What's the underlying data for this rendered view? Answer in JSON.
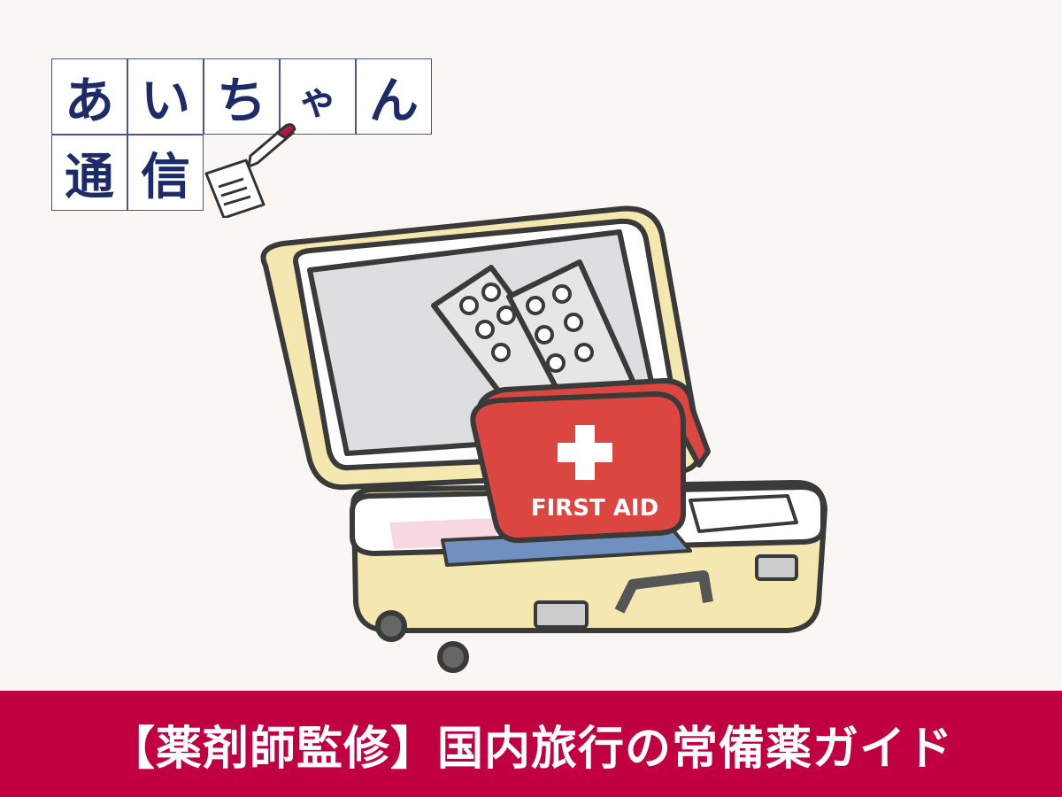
{
  "logo": {
    "chars": [
      "あ",
      "い",
      "ち",
      "ゃ",
      "ん",
      "通",
      "信"
    ],
    "text": "あいちゃん通信"
  },
  "illustration": {
    "kit_label": "FIRST AID"
  },
  "banner": {
    "title": "【薬剤師監修】国内旅行の常備薬ガイド"
  },
  "colors": {
    "background": "#f9f6f3",
    "banner": "#c10041",
    "logo_text": "#1d2b68",
    "kit": "#dc4640",
    "suitcase": "#f5e7b0"
  }
}
